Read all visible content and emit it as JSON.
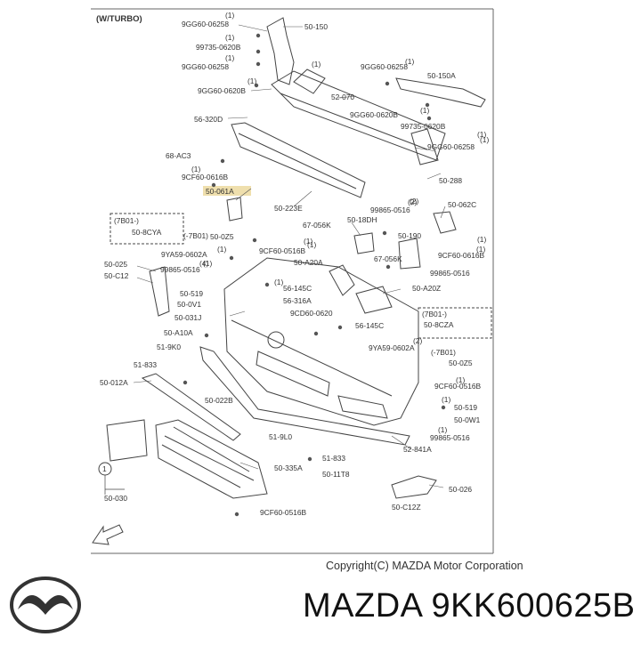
{
  "diagram": {
    "variant_label": "(W/TURBO)",
    "labels": [
      "9GG60-06258",
      "50-150",
      "99735-0620B",
      "9GG60-06258",
      "9GG60-0620B",
      "52-070",
      "9GG60-06258",
      "50-150A",
      "56-320D",
      "9GG60-0620B",
      "99735-0620B",
      "9GG60-06258",
      "68-AC3",
      "50-288",
      "9CF60-0616B",
      "50-061A",
      "50-223E",
      "(7B01-)",
      "50-8CYA",
      "(-7B01)",
      "50-0Z5",
      "67-056K",
      "50-18DH",
      "99865-0516",
      "50-062C",
      "50-190",
      "9CF60-0616B",
      "9YA59-0602A",
      "9CF60-0516B",
      "50-A20A",
      "67-056K",
      "99865-0516",
      "50-025",
      "99865-0516",
      "50-C12",
      "50-519",
      "56-145C",
      "50-A20Z",
      "50-0V1",
      "56-316A",
      "50-031J",
      "9CD60-0620",
      "(7B01-)",
      "50-8CZA",
      "50-A10A",
      "56-145C",
      "51-9K0",
      "9YA59-0602A",
      "(-7B01)",
      "51-833",
      "50-0Z5",
      "50-012A",
      "9CF60-0516B",
      "50-022B",
      "50-519",
      "50-0W1",
      "51-9L0",
      "99865-0516",
      "52-841A",
      "51-833",
      "50-335A",
      "50-11T8",
      "50-026",
      "50-030",
      "9CF60-0516B",
      "50-C12Z"
    ],
    "callout_numbers": [
      "(1)",
      "(1)",
      "(1)",
      "(1)",
      "(1)",
      "(1)",
      "(1)",
      "(1)",
      "(1)",
      "(2)",
      "(1)",
      "(1)",
      "(1)",
      "(1)",
      "(4)",
      "(1)",
      "(2)",
      "(1)",
      "(1)",
      "(1)",
      "(1)",
      "(1)",
      "(2)",
      "(1)"
    ],
    "box_callout": "1"
  },
  "copyright": "Copyright(C) MAZDA Motor Corporation",
  "part_number": "MAZDA 9KK600625B",
  "brand": "MAZDA",
  "colors": {
    "line": "#444444",
    "text": "#333333",
    "highlight": "#e8d18a"
  },
  "icons": [
    "mazda-logo-icon",
    "front-arrow-icon"
  ]
}
